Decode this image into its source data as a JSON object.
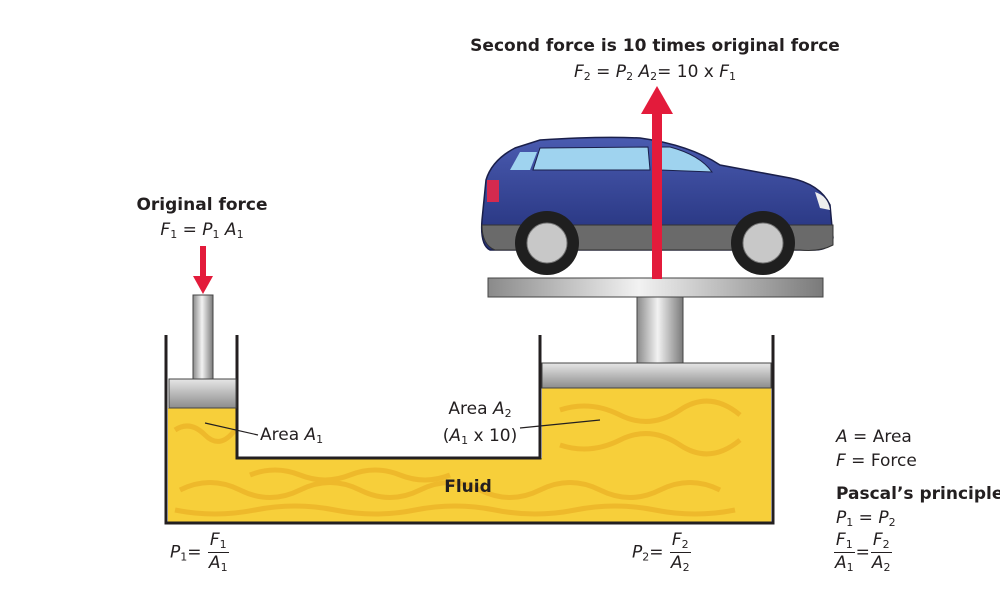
{
  "title": {
    "line1": "Second force is 10 times original force",
    "formula": {
      "f": "F",
      "f_sub": "2",
      "eq1": " = ",
      "p": "P",
      "p_sub": "2",
      "a": " A",
      "a_sub": "2",
      "rest": "= 10 x ",
      "f1": "F",
      "f1_sub": "1"
    }
  },
  "original_force": {
    "label": "Original force",
    "f": "F",
    "f_sub": "1",
    "eq": " = ",
    "p": "P",
    "p_sub": "1",
    "a": " A",
    "a_sub": "1"
  },
  "area1": {
    "label": "Area ",
    "a": "A",
    "a_sub": "1"
  },
  "area2": {
    "label": "Area ",
    "a": "A",
    "a_sub": "2",
    "paren_open": "(",
    "a1": "A",
    "a1_sub": "1",
    "times": " x 10)"
  },
  "fluid_label": "Fluid",
  "p1_formula": {
    "p": "P",
    "sub": "1",
    "eq": "= ",
    "num": "F",
    "num_sub": "1",
    "den": "A",
    "den_sub": "1"
  },
  "p2_formula": {
    "p": "P",
    "sub": "2",
    "eq": "= ",
    "num": "F",
    "num_sub": "2",
    "den": "A",
    "den_sub": "2"
  },
  "legend": {
    "a_sym": "A",
    "a_def": " = Area",
    "f_sym": "F",
    "f_def": " = Force",
    "principle": "Pascal’s principle",
    "eq1": {
      "l": "P",
      "l_sub": "1",
      "eq": " = ",
      "r": "P",
      "r_sub": "2"
    },
    "eq2": {
      "n1": "F",
      "n1_sub": "1",
      "d1": "A",
      "d1_sub": "1",
      "eq": "=",
      "n2": "F",
      "n2_sub": "2",
      "d2": "A",
      "d2_sub": "2"
    }
  },
  "colors": {
    "fluid": "#f7cf3a",
    "arrow": "#e31b3b",
    "car": "#2e3f8f",
    "metal": "#b8b8b8"
  }
}
